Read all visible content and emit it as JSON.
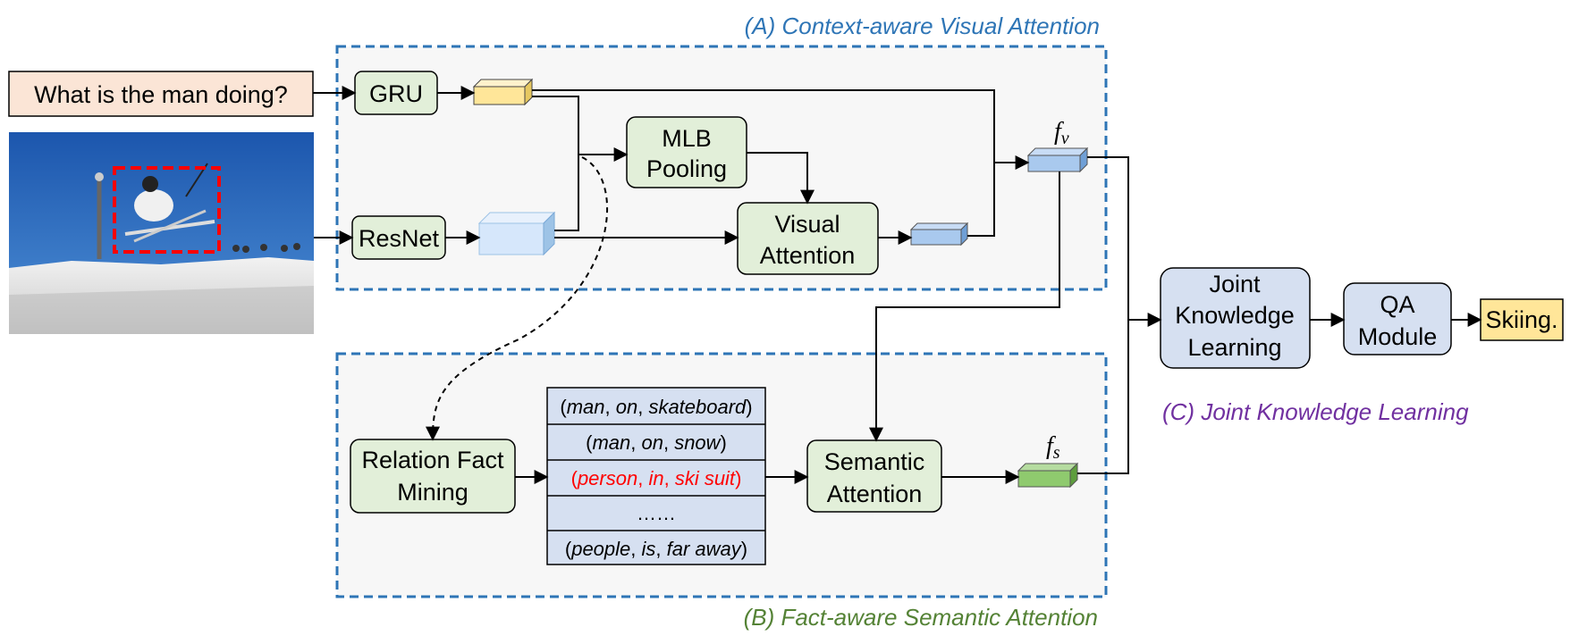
{
  "sections": {
    "a": "(A) Context-aware Visual Attention",
    "b": "(B) Fact-aware Semantic Attention",
    "c": "(C) Joint Knowledge Learning"
  },
  "question": "What is the man doing?",
  "nodes": {
    "gru": "GRU",
    "resnet": "ResNet",
    "mlb_line1": "MLB",
    "mlb_line2": "Pooling",
    "visatt_line1": "Visual",
    "visatt_line2": "Attention",
    "rfm_line1": "Relation Fact",
    "rfm_line2": "Mining",
    "sematt_line1": "Semantic",
    "sematt_line2": "Attention",
    "jkl_line1": "Joint",
    "jkl_line2": "Knowledge",
    "jkl_line3": "Learning",
    "qa_line1": "QA",
    "qa_line2": "Module"
  },
  "facts": [
    {
      "subject": "man",
      "relation": "on",
      "object": "skateboard",
      "highlight": false
    },
    {
      "subject": "man",
      "relation": "on",
      "object": "snow",
      "highlight": false
    },
    {
      "subject": "person",
      "relation": "in",
      "object": "ski suit",
      "highlight": true
    },
    {
      "ellipsis": "……"
    },
    {
      "subject": "people",
      "relation": "is",
      "object": "far away",
      "highlight": false
    }
  ],
  "feature_labels": {
    "fv": "f",
    "fv_sub": "v",
    "fs": "f",
    "fs_sub": "s"
  },
  "answer": "Skiing.",
  "colors": {
    "green_box": "#e2efd9",
    "blue_box": "#d6e0f1",
    "question_box": "#fbe5d6",
    "answer_box": "#ffe699",
    "dashed_border": "#2e75b6",
    "section_a": "#2e75b6",
    "section_b": "#548235",
    "section_c": "#7030a0",
    "highlight_fact": "#ff0000",
    "detection_box": "#ff0000",
    "sky": "#1f5fb5"
  },
  "icons": {
    "photo": "skier-jumping-photo"
  }
}
